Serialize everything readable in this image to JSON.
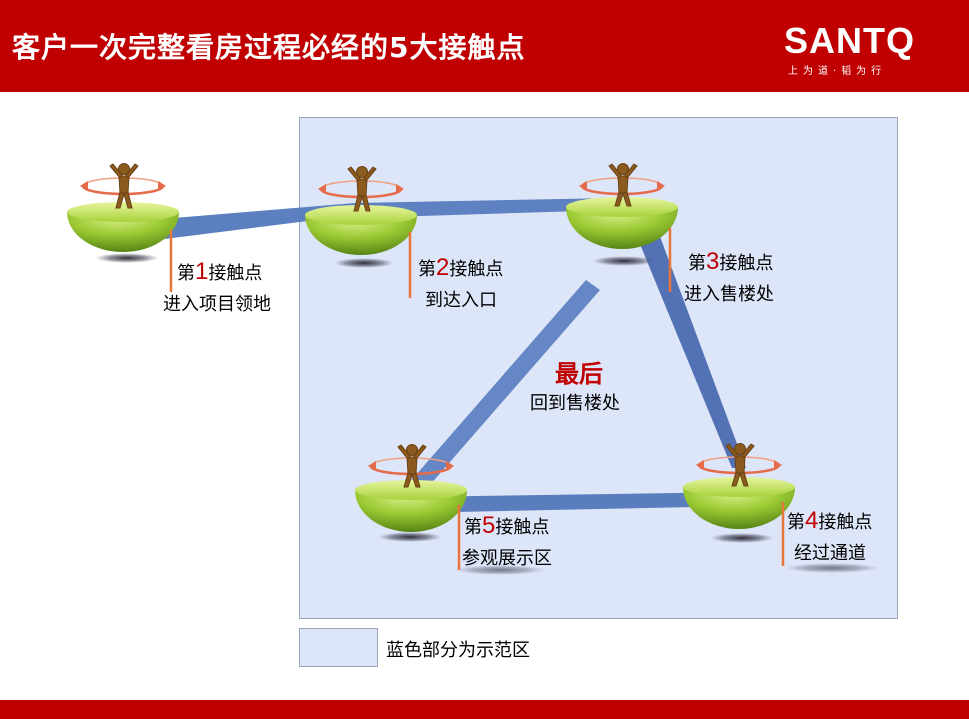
{
  "header": {
    "title": "客户一次完整看房过程必经的5大接触点",
    "logo_text": "SANTQ",
    "logo_slogan": "上为道·韬为行"
  },
  "colors": {
    "brand_red": "#c00000",
    "demo_area_blue": "#dde5f8",
    "path_blue": "#5b7fbf",
    "hemisphere_green": "#8cbf2a",
    "figure_brown": "#8b5a1e"
  },
  "touchpoints": [
    {
      "prefix": "第",
      "number": "1",
      "suffix": "接触点",
      "place": "进入项目领地"
    },
    {
      "prefix": "第",
      "number": "2",
      "suffix": "接触点",
      "place": "到达入口"
    },
    {
      "prefix": "第",
      "number": "3",
      "suffix": "接触点",
      "place": "进入售楼处"
    },
    {
      "prefix": "第",
      "number": "4",
      "suffix": "接触点",
      "place": "经过通道"
    },
    {
      "prefix": "第",
      "number": "5",
      "suffix": "接触点",
      "place": "参观展示区"
    }
  ],
  "final": {
    "title": "最后",
    "text": "回到售楼处"
  },
  "legend": {
    "label": "蓝色部分为示范区"
  }
}
